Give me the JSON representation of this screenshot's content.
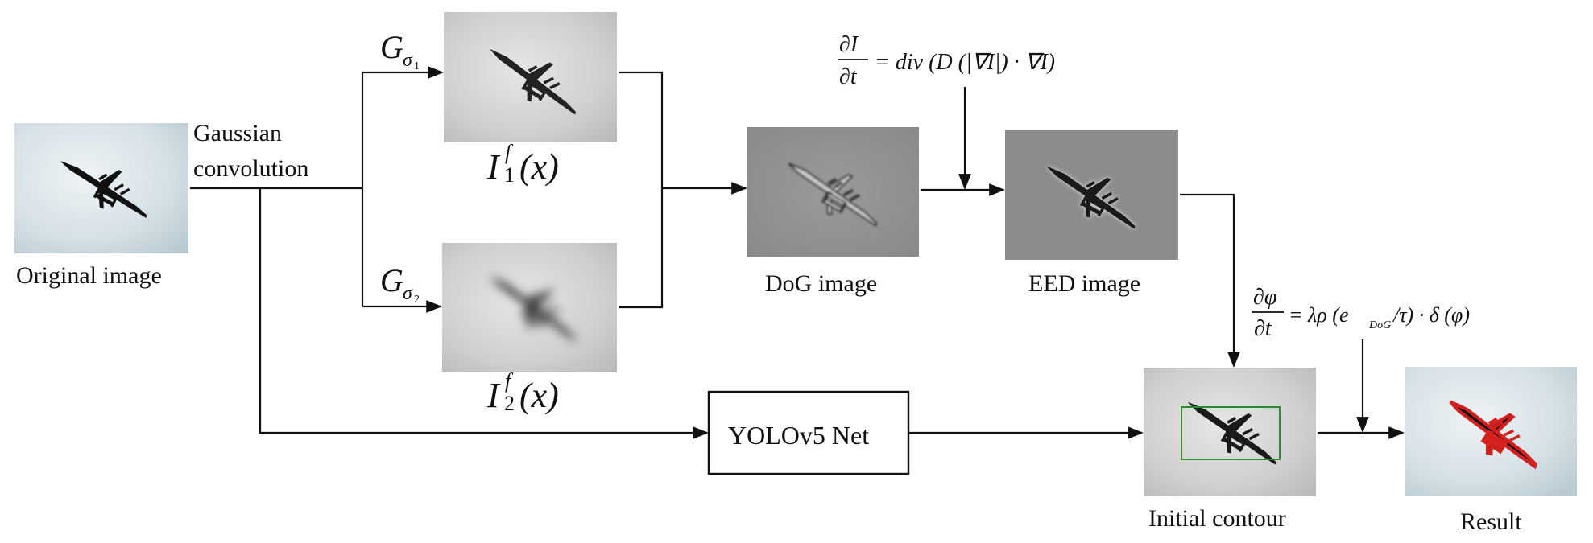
{
  "labels": {
    "original": "Original image",
    "gaussian_line1": "Gaussian",
    "gaussian_line2": "convolution",
    "dog": "DoG image",
    "eed": "EED image",
    "yolo": "YOLOv5 Net",
    "initial": "Initial contour",
    "result": "Result"
  },
  "math": {
    "g_sigma1": {
      "base": "G",
      "sub": "σ",
      "subsub": "1"
    },
    "g_sigma2": {
      "base": "G",
      "sub": "σ",
      "subsub": "2"
    },
    "i1": {
      "base": "I",
      "sup": "f",
      "sub": "1",
      "arg": "(x)"
    },
    "i2": {
      "base": "I",
      "sup": "f",
      "sub": "2",
      "arg": "(x)"
    },
    "eed_eq": {
      "num": "∂I",
      "den": "∂t",
      "rhs": "= div (D (|∇I|) · ∇I)"
    },
    "contour_eq": {
      "num": "∂φ",
      "den": "∂t",
      "rhs_a": "= λρ (e",
      "rhs_sub": "DoG",
      "rhs_b": "/τ) · δ (φ)"
    }
  },
  "colors": {
    "line": "#111111",
    "bbox": "#2f8a2f",
    "contour": "#d41f1f",
    "sky_light": "#dde6ea",
    "gray_bg": "#8e8e8e"
  },
  "icons": [
    "airplane-icon"
  ]
}
